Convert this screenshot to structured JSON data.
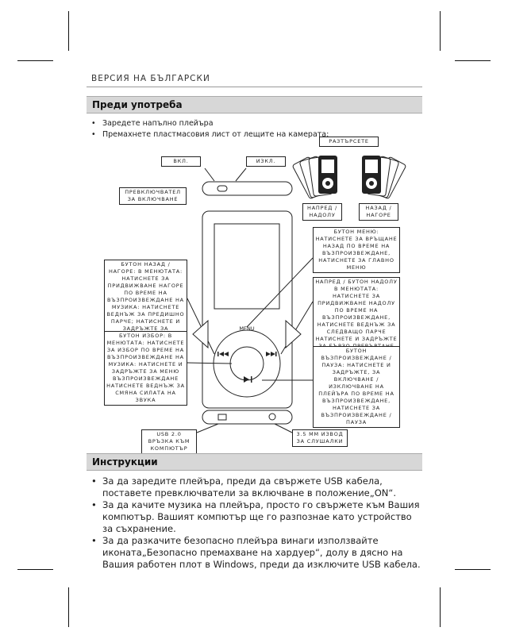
{
  "header": {
    "title": "ВЕРСИЯ НА БЪЛГАРСКИ"
  },
  "sections": {
    "before_use": {
      "title": "Преди употреба",
      "bullets": [
        "Заредете напълно плейъра",
        "Премахнете пластмасовия лист от лещите на камерата:"
      ]
    },
    "instructions": {
      "title": "Инструкции",
      "bullets": [
        "За да заредите плейъра, преди да свържете USB кабела, поставете превключватели за включване в положение„ON“.",
        "За да качите музика на плейъра, просто го свържете към Вашия компютър. Вашият компютър ще го разпознае като устройство за съхранение.",
        "За да разкачите безопасно плейъра винаги използвайте иконата„Безопасно премахване на хардуер“, долу в дясно на Вашия работен плот в Windows, преди да изключите USB кабела."
      ]
    }
  },
  "diagram": {
    "labels": {
      "shake": "РАЗТЪРСЕТЕ",
      "on": "ВКЛ.",
      "off": "ИЗКЛ.",
      "power_switch": "ПРЕВКЛЮЧВАТЕЛ ЗА ВКЛЮЧВАНЕ",
      "forward_down": "НАПРЕД / НАДОЛУ",
      "back_up": "НАЗАД / НАГОРЕ",
      "menu_button": "БУТОН МЕНЮ: НАТИСНЕТЕ ЗА ВРЪЩАНЕ НАЗАД ПО ВРЕМЕ НА ВЪЗПРОИЗВЕЖДАНЕ, НАТИСНЕТЕ ЗА ГЛАВНО МЕНЮ",
      "back_up_button": "БУТОН НАЗАД / НАГОРЕ: В МЕНЮТАТА: НАТИСНЕТЕ ЗА ПРИДВИЖВАНЕ НАГОРЕ ПО ВРЕМЕ НА ВЪЗПРОИЗВЕЖДАНЕ НА МУЗИКА: НАТИСНЕТЕ ВЕДНЪЖ ЗА ПРЕДИШНО ПАРЧЕ; НАТИСНЕТЕ И ЗАДРЪЖТЕ ЗА ВРЪЩАНЕ НАЗАД",
      "forward_down_button": "НАПРЕД / БУТОН НАДОЛУ В МЕНЮТАТА: НАТИСНЕТЕ ЗА ПРИДВИЖВАНЕ НАДОЛУ ПО ВРЕМЕ НА ВЪЗПРОИЗВЕЖДАНЕ, НАТИСНЕТЕ ВЕДНЪЖ ЗА СЛЕДВАЩО ПАРЧЕ НАТИСНЕТЕ И ЗАДРЪЖТЕ ЗА БЪРЗО ПРЕВЪРТАНЕ НАПРЕД",
      "select_button": "БУТОН ИЗБОР: В МЕНЮТАТА: НАТИСНЕТЕ ЗА ИЗБОР ПО ВРЕМЕ НА ВЪЗПРОИЗВЕЖДАНЕ НА МУЗИКА: НАТИСНЕТЕ И ЗАДРЪЖТЕ ЗА МЕНЮ ВЪЗПРОИЗВЕЖДАНЕ НАТИСНЕТЕ ВЕДНЪЖ ЗА СМЯНА СИЛАТА НА ЗВУКА",
      "play_pause_button": "БУТОН ВЪЗПРОИЗВЕЖДАНЕ / ПАУЗА: НАТИСНЕТЕ И ЗАДРЪЖТЕ, ЗА ВКЛЮЧВАНЕ / ИЗКЛЮЧВАНЕ НА ПЛЕЙЪРА ПО ВРЕМЕ НА ВЪЗПРОИЗВЕЖДАНЕ, НАТИСНЕТЕ ЗА ВЪЗПРОИЗВЕЖДАНЕ / ПАУЗА",
      "usb_port": "USB 2.0 ВРЪЗКА КЪМ КОМПЮТЪР",
      "headphone_jack": "3.5 ММ ИЗВОД ЗА СЛУШАЛКИ",
      "menu_key": "MENU"
    }
  }
}
